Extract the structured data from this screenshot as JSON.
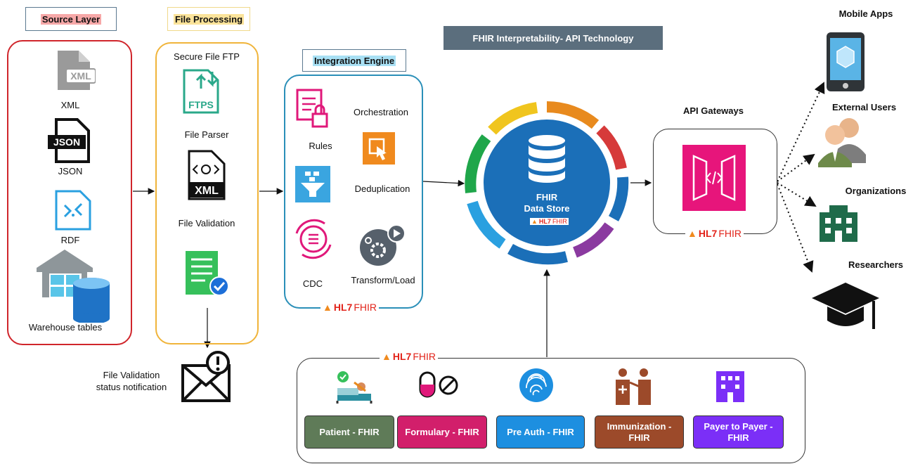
{
  "headers": {
    "source_layer": "Source Layer",
    "file_processing": "File Processing",
    "integration_engine": "Integration Engine",
    "title": "FHIR Interpretability- API Technology"
  },
  "source": {
    "xml": "XML",
    "json": "JSON",
    "json_glyph": "JSON",
    "xml_glyph": "XML",
    "rdf": "RDF",
    "warehouse": "Warehouse tables"
  },
  "processing": {
    "secure_ftp": "Secure File FTP",
    "ftps_glyph": "FTPS",
    "file_parser": "File Parser",
    "xml_glyph": "XML",
    "file_validation": "File Validation",
    "notification_line1": "File Validation",
    "notification_line2": "status notification"
  },
  "engine": {
    "orchestration": "Orchestration",
    "rules": "Rules",
    "deduplication": "Deduplication",
    "cdc": "CDC",
    "transform_load": "Transform/Load"
  },
  "store": {
    "line1": "FHIR",
    "line2": "Data Store"
  },
  "gateway": {
    "label": "API Gateways"
  },
  "hl7": {
    "hl": "HL7",
    "fhir": "FHIR"
  },
  "consumers": {
    "mobile": "Mobile Apps",
    "external": "External Users",
    "orgs": "Organizations",
    "researchers": "Researchers"
  },
  "categories": [
    {
      "label": "Patient - FHIR",
      "color": "#5f7b58"
    },
    {
      "label": "Formulary - FHIR",
      "color": "#d21f6b"
    },
    {
      "label": "Pre Auth - FHIR",
      "color": "#1d8fe0"
    },
    {
      "label": "Immunization - FHIR",
      "color": "#9c4a2a"
    },
    {
      "label": "Payer to Payer - FHIR",
      "color": "#7b2ff7"
    }
  ],
  "colors": {
    "source_border": "#d0252b",
    "processing_border": "#f0b43a",
    "engine_border": "#2a8fb8",
    "store_blue": "#1b6fb8",
    "gateway_pink": "#e7157b"
  }
}
